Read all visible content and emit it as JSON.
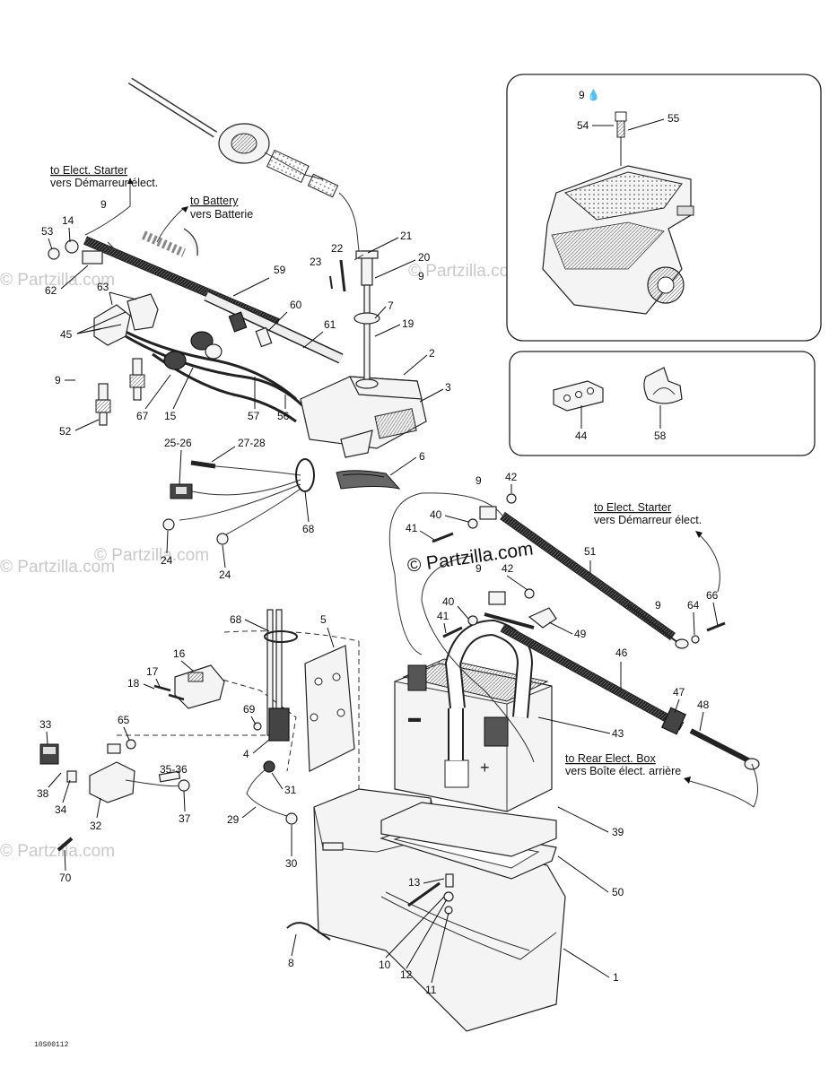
{
  "diagram": {
    "notes": {
      "starter_top": {
        "line1": "to Elect. Starter",
        "line2": "vers Démarreur élect."
      },
      "battery": {
        "line1": "to Battery",
        "line2": "vers Batterie"
      },
      "starter_right": {
        "line1": "to Elect. Starter",
        "line2": "vers Démarreur élect."
      },
      "rear_box": {
        "line1": "to Rear Elect. Box",
        "line2": "vers Boîte élect. arrière"
      }
    },
    "watermark": "© Partzilla.com",
    "watermark_faint": "© Partzilla.com",
    "figure_code": "10S00112",
    "callouts": {
      "c1": "1",
      "c2": "2",
      "c3": "3",
      "c4": "4",
      "c5": "5",
      "c6": "6",
      "c7": "7",
      "c8": "8",
      "c9a": "9",
      "c9b": "9",
      "c9c": "9",
      "c9d": "9",
      "c9e": "9",
      "c9f": "9",
      "c9g": "9",
      "c10": "10",
      "c11": "11",
      "c12": "12",
      "c13": "13",
      "c14": "14",
      "c15": "15",
      "c16": "16",
      "c17": "17",
      "c18": "18",
      "c19": "19",
      "c20": "20",
      "c21": "21",
      "c22": "22",
      "c23": "23",
      "c24a": "24",
      "c24b": "24",
      "c2526": "25-26",
      "c2728": "27-28",
      "c29": "29",
      "c30": "30",
      "c31": "31",
      "c32": "32",
      "c33": "33",
      "c34": "34",
      "c3536": "35-36",
      "c37": "37",
      "c38": "38",
      "c39": "39",
      "c40a": "40",
      "c40b": "40",
      "c41a": "41",
      "c41b": "41",
      "c42a": "42",
      "c42b": "42",
      "c43": "43",
      "c44": "44",
      "c45": "45",
      "c46": "46",
      "c47": "47",
      "c48": "48",
      "c49": "49",
      "c50": "50",
      "c51": "51",
      "c52": "52",
      "c53": "53",
      "c54": "54",
      "c55": "55",
      "c56": "56",
      "c57": "57",
      "c58": "58",
      "c59": "59",
      "c60": "60",
      "c61": "61",
      "c62": "62",
      "c63": "63",
      "c64": "64",
      "c65": "65",
      "c66": "66",
      "c67": "67",
      "c68a": "68",
      "c68b": "68",
      "c69": "69",
      "c70": "70"
    }
  }
}
